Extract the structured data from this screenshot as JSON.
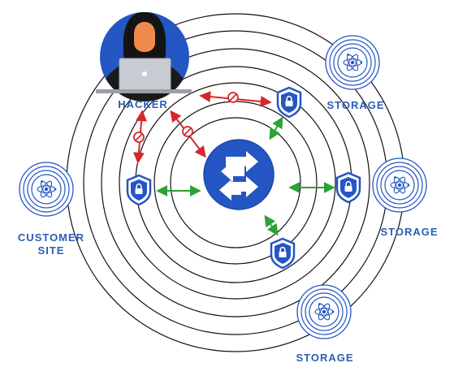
{
  "labels": {
    "hacker": "HACKER",
    "storage_top": "STORAGE",
    "storage_right": "STORAGE",
    "storage_bottom": "STORAGE",
    "customer_line1": "CUSTOMER",
    "customer_line2": "SITE"
  },
  "colors": {
    "ring": "#111111",
    "blue": "#2456c4",
    "dark_blue": "#1d4aa8",
    "green": "#2aa236",
    "red": "#d7262c",
    "label": "#2a5fb4"
  },
  "icons": {
    "hub": "router-arrows-icon",
    "lock": "shield-lock-icon",
    "blocked": "no-entry-icon",
    "storage": "atom-sphere-icon",
    "hacker": "hooded-hacker-laptop-icon"
  }
}
